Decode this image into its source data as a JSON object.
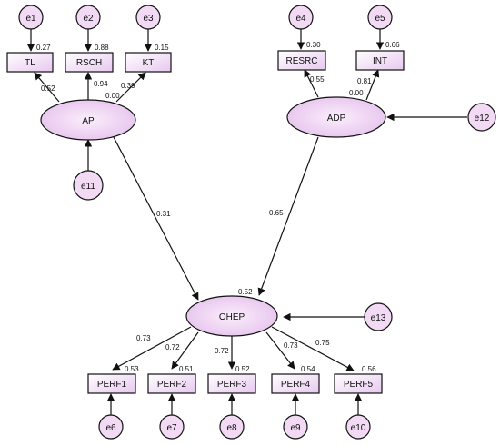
{
  "diagram": {
    "observed": {
      "tl": "TL",
      "rsch": "RSCH",
      "kt": "KT",
      "resrc": "RESRC",
      "int": "INT",
      "perf1": "PERF1",
      "perf2": "PERF2",
      "perf3": "PERF3",
      "perf4": "PERF4",
      "perf5": "PERF5"
    },
    "latent": {
      "ap": "AP",
      "adp": "ADP",
      "ohep": "OHEP"
    },
    "errors": {
      "e1": "e1",
      "e2": "e2",
      "e3": "e3",
      "e4": "e4",
      "e5": "e5",
      "e6": "e6",
      "e7": "e7",
      "e8": "e8",
      "e9": "e9",
      "e10": "e10",
      "e11": "e11",
      "e12": "e12",
      "e13": "e13"
    },
    "r2": {
      "tl": "0.27",
      "rsch": "0.88",
      "kt": "0.15",
      "resrc": "0.30",
      "int": "0.66",
      "ohep": "0.52",
      "perf1": "0.53",
      "perf2": "0.51",
      "perf3": "0.52",
      "perf4": "0.54",
      "perf5": "0.56",
      "ap": "0.00",
      "adp": "0.00"
    },
    "loadings": {
      "ap_tl": "0.52",
      "ap_rsch": "0.94",
      "ap_kt": "0.39",
      "adp_resrc": "0.55",
      "adp_int": "0.81",
      "ap_ohep": "0.31",
      "adp_ohep": "0.65",
      "ohep_perf1": "0.73",
      "ohep_perf2": "0.72",
      "ohep_perf3": "0.72",
      "ohep_perf4": "0.73",
      "ohep_perf5": "0.75"
    }
  },
  "colors": {
    "box_fill_top": "#ffffff",
    "box_fill_bottom": "#e7c8ef",
    "latent_fill": "#f0d3f3",
    "error_fill": "#f2d9f4",
    "stroke": "#111111"
  }
}
